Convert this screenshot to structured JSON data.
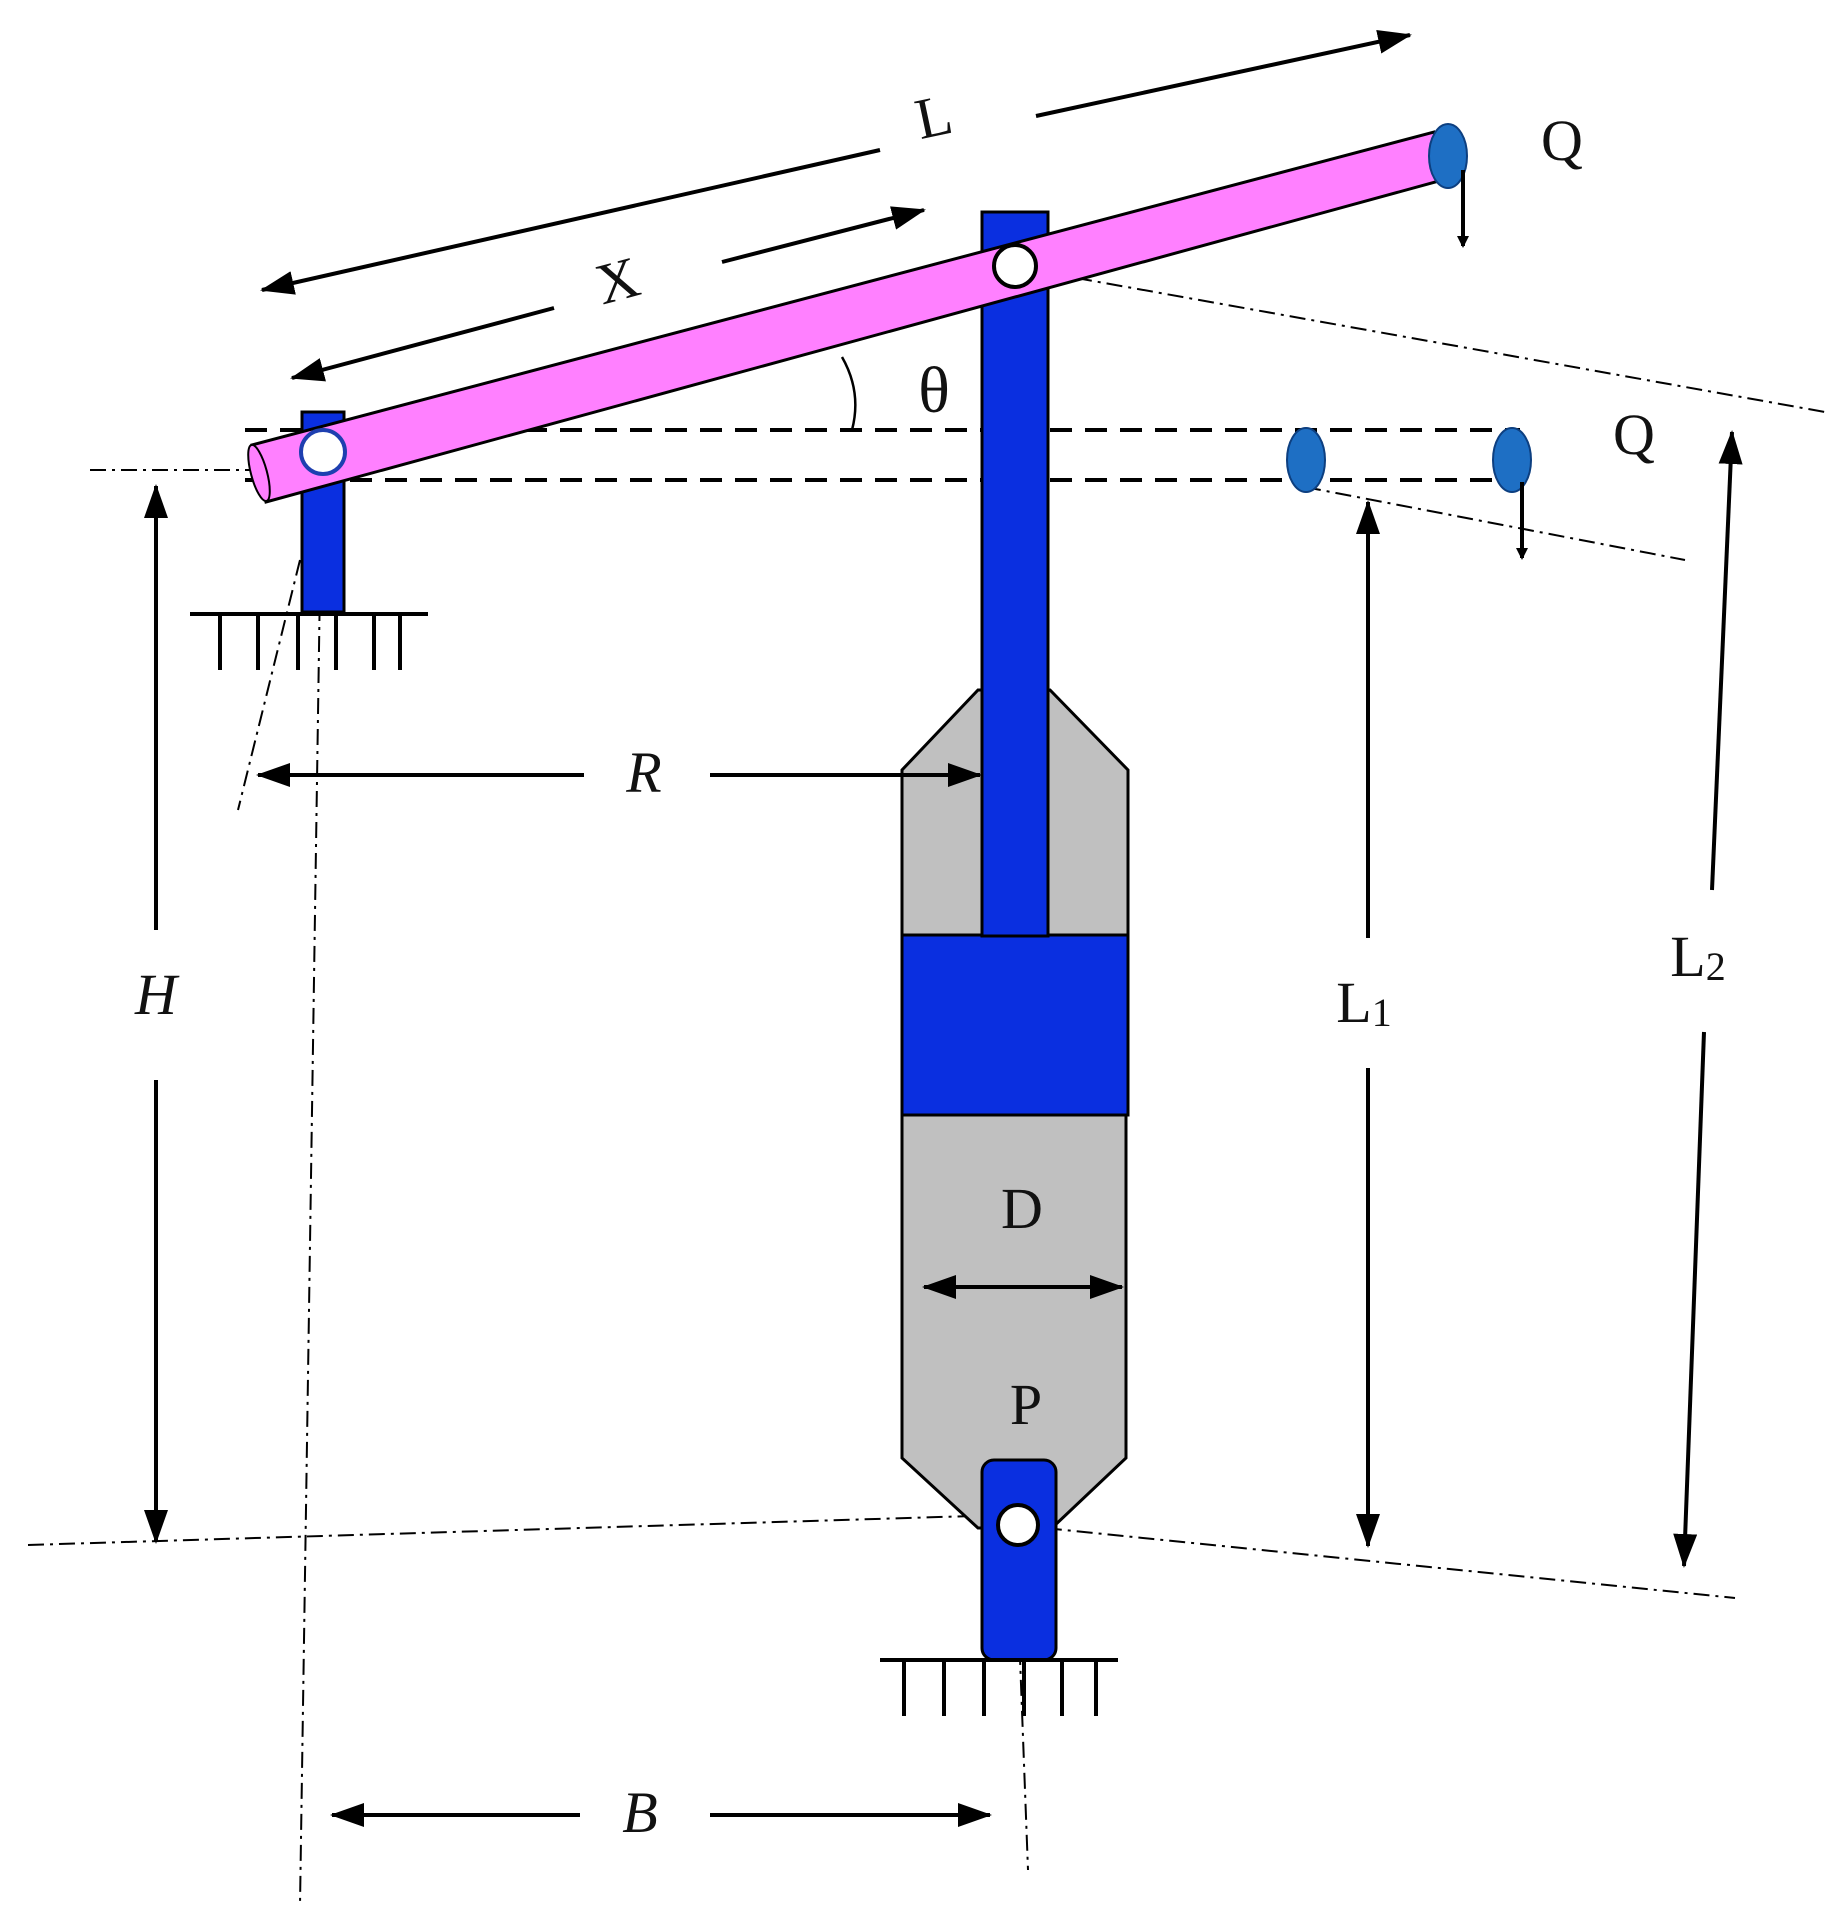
{
  "labels": {
    "L": "L",
    "X": "X",
    "theta": "θ",
    "Q_top": "Q",
    "Q_mid": "Q",
    "R": "R",
    "H": "H",
    "L1_main": "L",
    "L1_sub": "1",
    "L2_main": "L",
    "L2_sub": "2",
    "D": "D",
    "P": "P",
    "B": "B"
  },
  "colors": {
    "boom": "#ff80ff",
    "rod": "#0a2fe0",
    "cylinder": "#c0c0c0",
    "load": "#1e6fc4",
    "ink": "#000000"
  },
  "icons": {
    "ground_support": "hatched-ground",
    "pivot": "pin-circle"
  }
}
